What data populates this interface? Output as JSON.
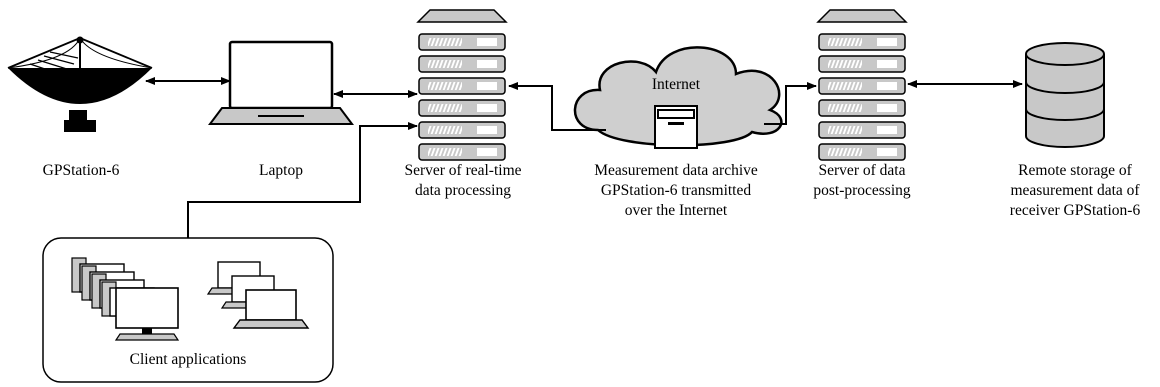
{
  "nodes": {
    "dish": {
      "label": "GPStation-6"
    },
    "laptop": {
      "label": "Laptop"
    },
    "rt_server": {
      "lines": [
        "Server of real-time",
        "data processing"
      ]
    },
    "cloud": {
      "inner_label": "Internet",
      "lines": [
        "Measurement data archive",
        "GPStation-6 transmitted",
        "over the Internet"
      ]
    },
    "pp_server": {
      "lines": [
        "Server of data",
        "post-processing"
      ]
    },
    "storage": {
      "lines": [
        "Remote storage of",
        "measurement data of",
        "receiver GPStation-6"
      ]
    },
    "clients": {
      "label": "Client applications"
    }
  },
  "colors": {
    "stroke": "#000000",
    "device_fill": "#c8c8c8",
    "cloud_fill": "#cfcfcf",
    "background": "#ffffff"
  }
}
